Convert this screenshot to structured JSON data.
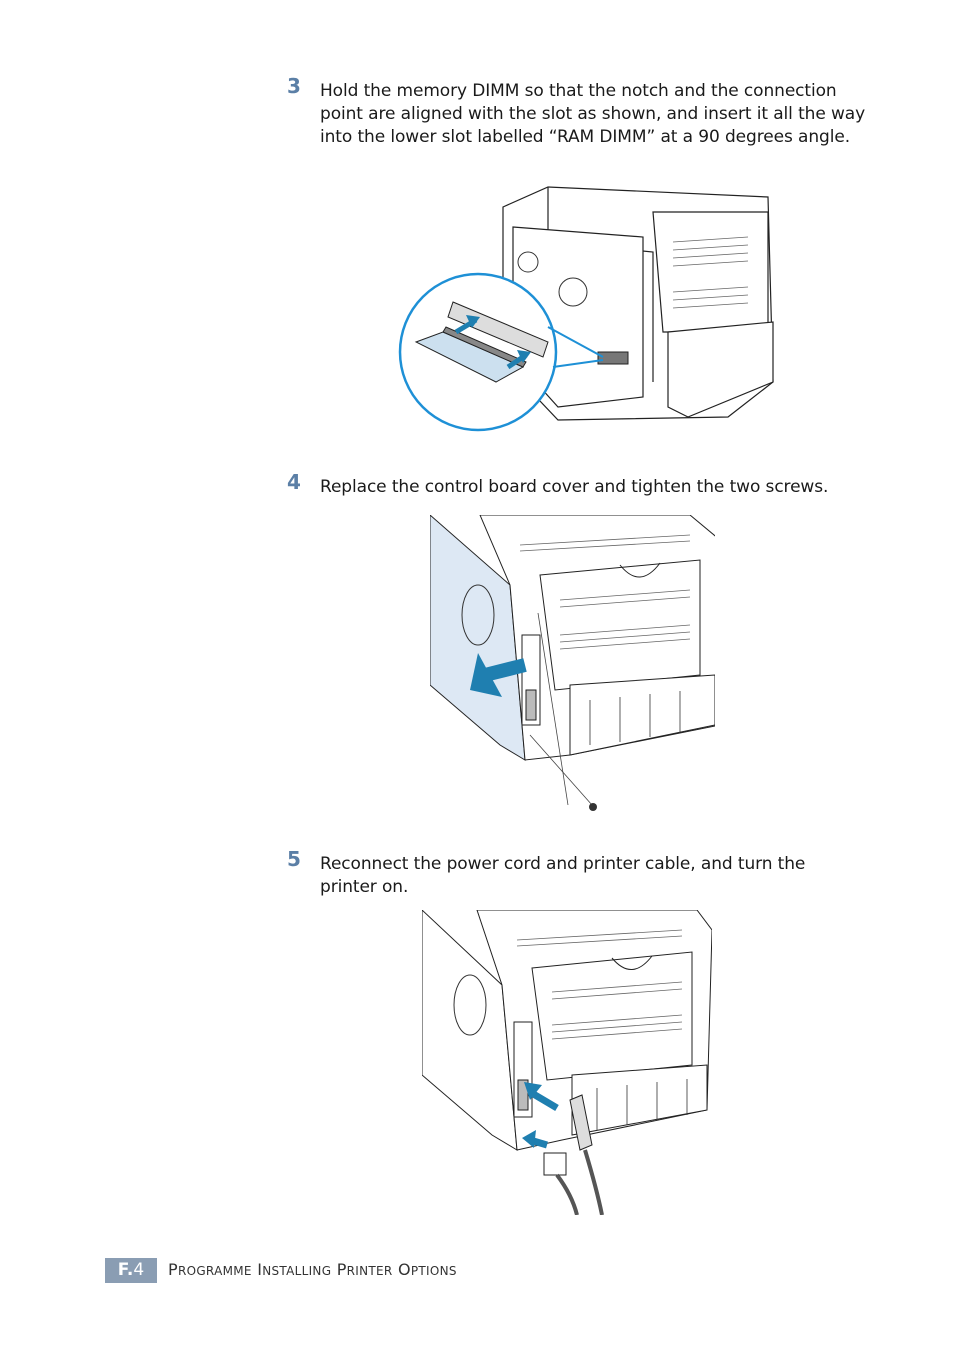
{
  "steps": [
    {
      "number": "3",
      "text": "Hold the memory DIMM so that the notch and the connection point are aligned with the slot as shown, and insert it all the way into the lower slot labelled “RAM DIMM” at a 90 degrees angle."
    },
    {
      "number": "4",
      "text": "Replace the control board cover and tighten the two screws."
    },
    {
      "number": "5",
      "text": "Reconnect the power cord and printer cable, and turn the printer on."
    }
  ],
  "footer": {
    "section": "F.",
    "page": "4",
    "words": [
      {
        "cap": "P",
        "rest": "ROGRAMME"
      },
      {
        "cap": "I",
        "rest": "NSTALLING"
      },
      {
        "cap": "P",
        "rest": "RINTER"
      },
      {
        "cap": "O",
        "rest": "PTIONS"
      }
    ]
  },
  "colors": {
    "accent": "#5b7fa6",
    "arrow": "#1f7fb0",
    "panel": "#dde8f4"
  }
}
